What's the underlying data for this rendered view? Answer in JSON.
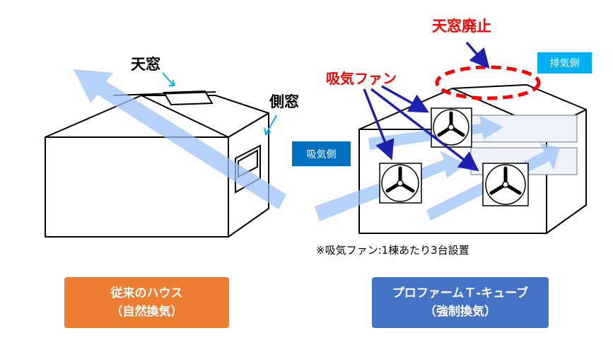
{
  "left": {
    "roof_window_label": "天窓",
    "side_window_label": "側窓",
    "box_line1": "従来のハウス",
    "box_line2": "（自然換気）",
    "colors": {
      "box": "#ed7d31",
      "airflow": "#9dc3f7",
      "pointer": "#00b0f0"
    }
  },
  "right": {
    "removed_label": "天窓廃止",
    "fan_label": "吸気ファン",
    "intake_side_label": "吸気側",
    "exhaust_side_label": "排気側",
    "footnote": "※吸気ファン:1棟あたり3台設置",
    "box_line1": "プロファームＴ-キューブ",
    "box_line2": "（強制換気）",
    "colors": {
      "box": "#4472c4",
      "removed": "#ff0000",
      "fan_pointer": "#1f1fb0",
      "intake_tag": "#0070c0",
      "exhaust_tag": "#00b0f0"
    }
  }
}
